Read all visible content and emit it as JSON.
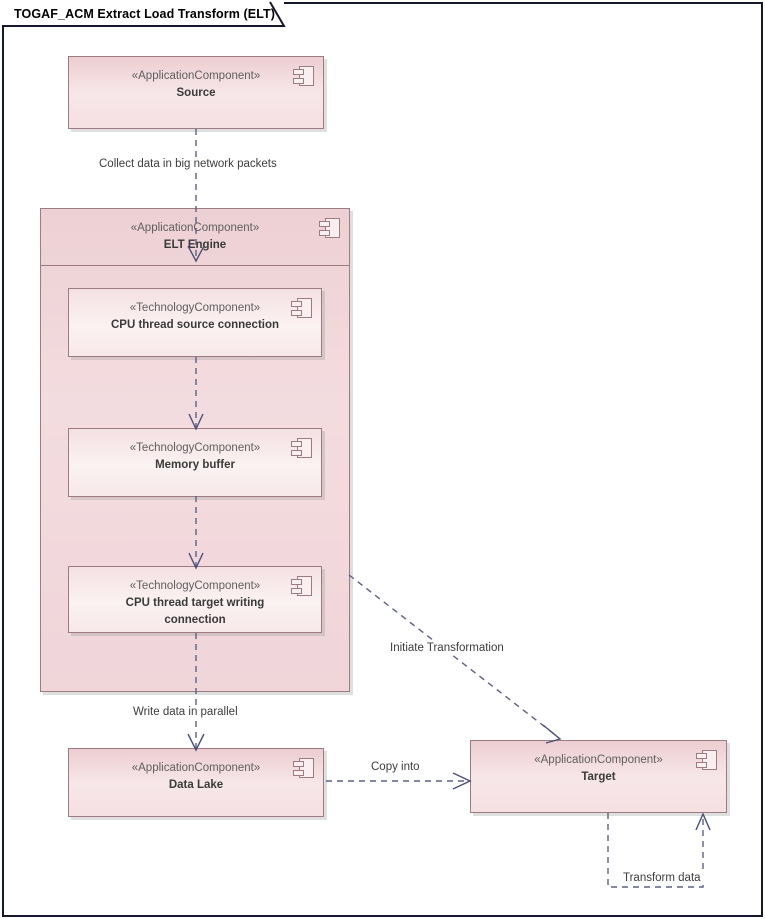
{
  "frame": {
    "title": "TOGAF_ACM Extract Load Transform (ELT)",
    "border_color": "#16182e"
  },
  "theme": {
    "component_fill_top": "#eccdd2",
    "component_fill_bottom": "#f7e7e8",
    "component_border": "#9c7c82",
    "connector_color": "#5b6186",
    "label_text": "#3d3d3d",
    "stereotype_text": "#5f5f5f",
    "name_text": "#3a3a3a"
  },
  "diagram": {
    "type": "uml-component-diagram",
    "nodes": [
      {
        "id": "source",
        "stereotype": "«ApplicationComponent»",
        "name": "Source",
        "icon": "uml-component-icon",
        "kind": "application-component"
      },
      {
        "id": "elt-engine",
        "stereotype": "«ApplicationComponent»",
        "name": "ELT Engine",
        "icon": "uml-component-icon",
        "kind": "application-component-container"
      },
      {
        "id": "cpu-thread-source-connection",
        "stereotype": "«TechnologyComponent»",
        "name": "CPU thread source connection",
        "icon": "uml-component-icon",
        "kind": "technology-component"
      },
      {
        "id": "memory-buffer",
        "stereotype": "«TechnologyComponent»",
        "name": "Memory buffer",
        "icon": "uml-component-icon",
        "kind": "technology-component"
      },
      {
        "id": "cpu-thread-target-writing-connection",
        "stereotype": "«TechnologyComponent»",
        "name": "CPU thread target writing connection",
        "icon": "uml-component-icon",
        "kind": "technology-component"
      },
      {
        "id": "data-lake",
        "stereotype": "«ApplicationComponent»",
        "name": "Data Lake",
        "icon": "uml-component-icon",
        "kind": "application-component"
      },
      {
        "id": "target",
        "stereotype": "«ApplicationComponent»",
        "name": "Target",
        "icon": "uml-component-icon",
        "kind": "application-component"
      }
    ],
    "connectors": [
      {
        "id": "collect-data",
        "label": "Collect data in big network packets",
        "from": "source",
        "to": "elt-engine",
        "style": "dashed-open-arrow"
      },
      {
        "id": "source-to-buffer",
        "label": "",
        "from": "cpu-thread-source-connection",
        "to": "memory-buffer",
        "style": "dashed-open-arrow"
      },
      {
        "id": "buffer-to-target-thread",
        "label": "",
        "from": "memory-buffer",
        "to": "cpu-thread-target-writing-connection",
        "style": "dashed-open-arrow"
      },
      {
        "id": "write-data",
        "label": "Write data in parallel",
        "from": "cpu-thread-target-writing-connection",
        "to": "data-lake",
        "style": "dashed-open-arrow"
      },
      {
        "id": "copy-into",
        "label": "Copy into",
        "from": "data-lake",
        "to": "target",
        "style": "dashed-open-arrow"
      },
      {
        "id": "initiate-transformation",
        "label": "Initiate Transformation",
        "from": "cpu-thread-target-writing-connection",
        "to": "target",
        "style": "dashed-open-arrow"
      },
      {
        "id": "transform-data",
        "label": "Transform data",
        "from": "target",
        "to": "target",
        "style": "dashed-open-arrow-selfloop"
      }
    ]
  }
}
